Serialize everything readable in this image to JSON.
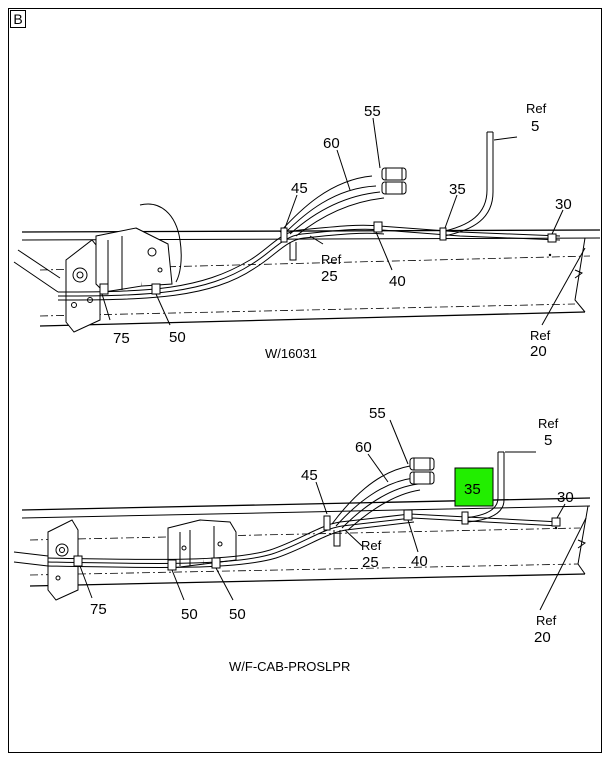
{
  "sheet": {
    "tag": "B"
  },
  "colors": {
    "highlight": "#22ee00",
    "line": "#000000"
  },
  "top_view": {
    "caption": "W/16031",
    "callouts": {
      "c55": "55",
      "c60": "60",
      "c45": "45",
      "c35": "35",
      "c30": "30",
      "ref5_a": "Ref",
      "ref5_b": "5",
      "ref25_a": "Ref",
      "ref25_b": "25",
      "c40": "40",
      "ref20_a": "Ref",
      "ref20_b": "20",
      "c75": "75",
      "c50": "50"
    }
  },
  "bottom_view": {
    "caption": "W/F-CAB-PROSLPR",
    "highlighted_callout": "35",
    "callouts": {
      "c55": "55",
      "c60": "60",
      "c45": "45",
      "c30": "30",
      "ref5_a": "Ref",
      "ref5_b": "5",
      "ref25_a": "Ref",
      "ref25_b": "25",
      "c40": "40",
      "ref20_a": "Ref",
      "ref20_b": "20",
      "c75": "75",
      "c50a": "50",
      "c50b": "50"
    }
  }
}
